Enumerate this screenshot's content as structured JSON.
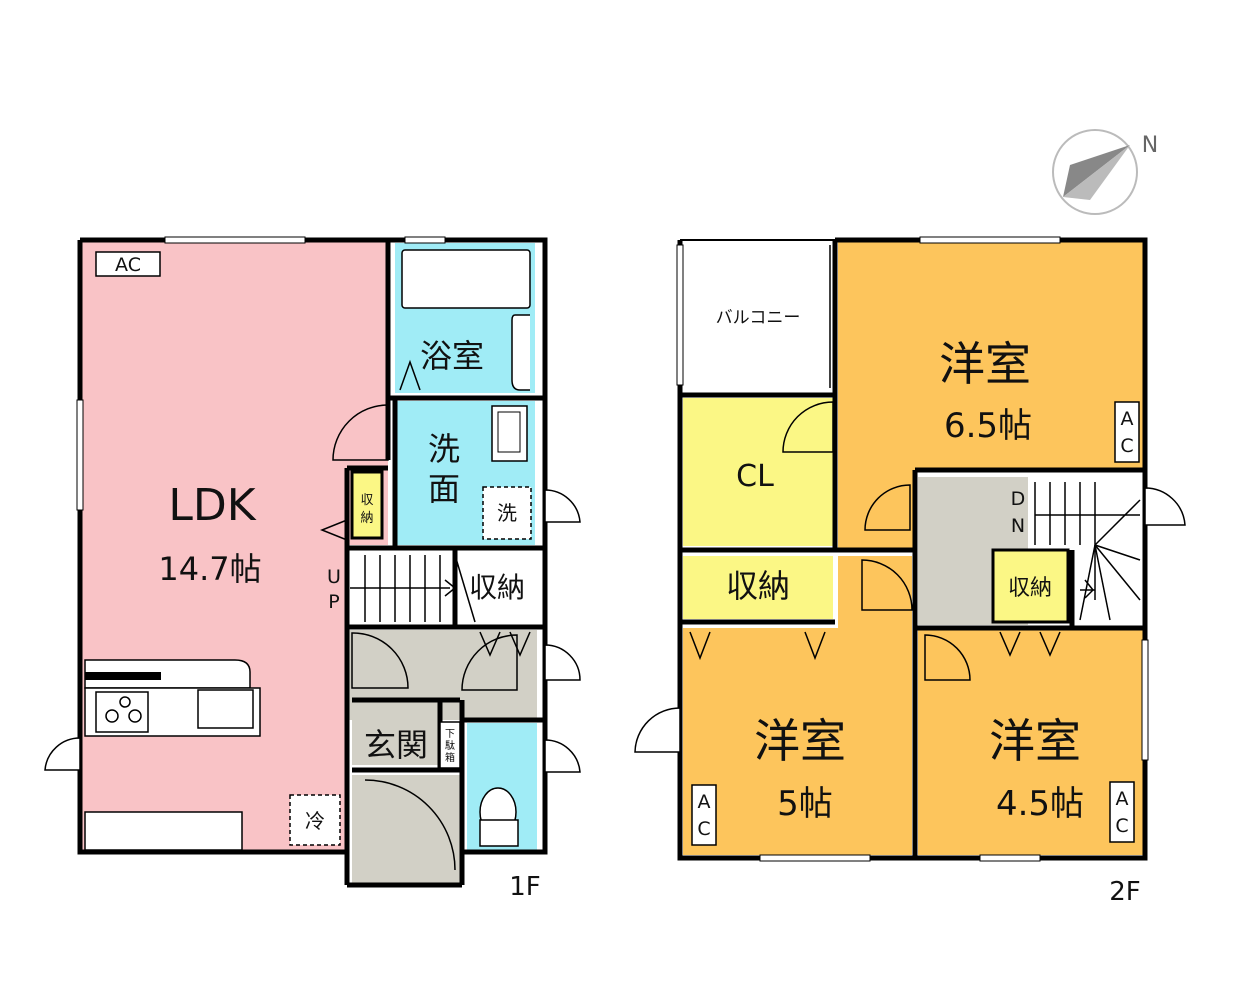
{
  "floors": {
    "first": {
      "label": "1F",
      "rooms": {
        "ldk": {
          "name": "LDK",
          "size": "14.7帖"
        },
        "bath": {
          "name": "浴室"
        },
        "washroom": {
          "name1": "洗",
          "name2": "面"
        },
        "washer": {
          "label": "洗"
        },
        "storage_small": {
          "l1": "収",
          "l2": "納"
        },
        "storage": {
          "name": "収納"
        },
        "entrance": {
          "name": "玄関"
        },
        "shoe_box": {
          "l1": "下",
          "l2": "駄",
          "l3": "箱"
        },
        "fridge": {
          "label": "冷"
        }
      },
      "ac": {
        "label": "AC"
      },
      "stairs": {
        "up1": "U",
        "up2": "P"
      }
    },
    "second": {
      "label": "2F",
      "rooms": {
        "room_a": {
          "name": "洋室",
          "size": "6.5帖"
        },
        "room_b": {
          "name": "洋室",
          "size": "5帖"
        },
        "room_c": {
          "name": "洋室",
          "size": "4.5帖"
        },
        "closet": {
          "name": "CL"
        },
        "storage_a": {
          "name": "収納"
        },
        "storage_b": {
          "name": "収納"
        },
        "balcony": {
          "name": "バルコニー"
        }
      },
      "ac": {
        "a1": "A",
        "a2": "C"
      },
      "stairs": {
        "dn1": "D",
        "dn2": "N"
      }
    }
  },
  "compass": {
    "label": "N"
  },
  "colors": {
    "ldk": "#f9c3c6",
    "water": "#a0ecf6",
    "western": "#fdc55c",
    "storage": "#fbf785",
    "hall": "#d2d0c6",
    "wall": "#000000"
  }
}
